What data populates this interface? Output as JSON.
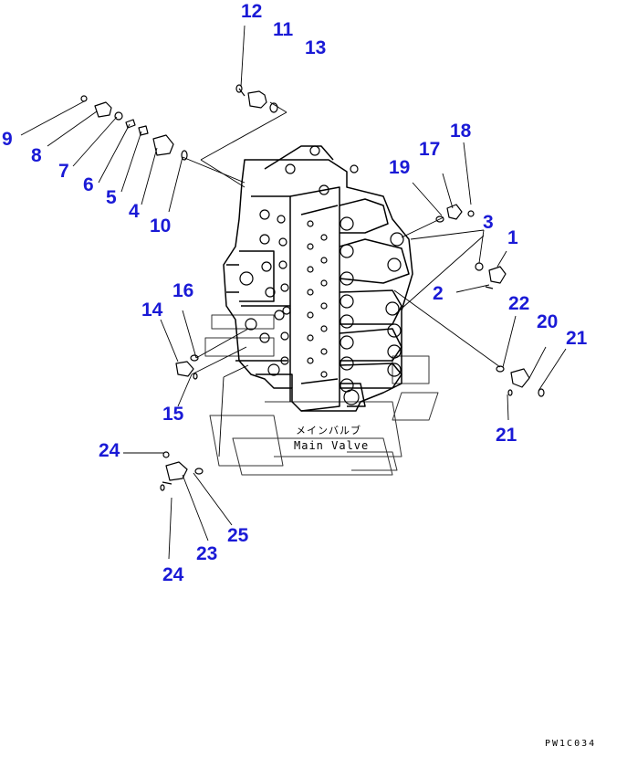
{
  "callouts": [
    "12",
    "11",
    "13",
    "9",
    "8",
    "7",
    "6",
    "5",
    "4",
    "10",
    "19",
    "17",
    "18",
    "3",
    "1",
    "2",
    "16",
    "14",
    "15",
    "22",
    "20",
    "21",
    "21",
    "24",
    "24",
    "23",
    "25"
  ],
  "part_label_jp": "メインバルブ",
  "part_label_en": "Main Valve",
  "drawing_code": "PW1C034",
  "colors": {
    "callout": "#1a1ad6",
    "line": "#000000"
  }
}
